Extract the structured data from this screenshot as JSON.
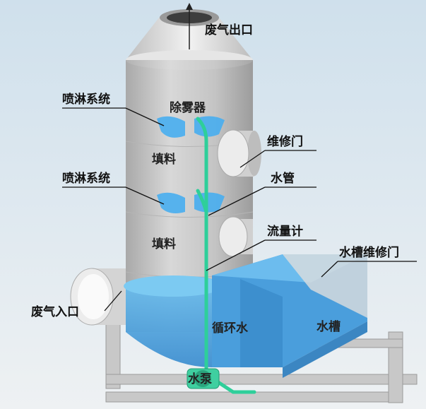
{
  "labels": {
    "exhaust_outlet": "废气出口",
    "spray_system_1": "喷淋系统",
    "demister": "除雾器",
    "maintenance_door": "维修门",
    "packing_1": "填料",
    "spray_system_2": "喷淋系统",
    "water_pipe": "水管",
    "packing_2": "填料",
    "flow_meter": "流量计",
    "tank_maintenance_door": "水槽维修门",
    "exhaust_inlet": "废气入口",
    "circulating_water": "循环水",
    "water_tank": "水槽",
    "water_pump": "水泵"
  },
  "colors": {
    "water": "#4aa8e0",
    "pipe": "#2ecf9a",
    "tower": "#c9c9c9"
  }
}
